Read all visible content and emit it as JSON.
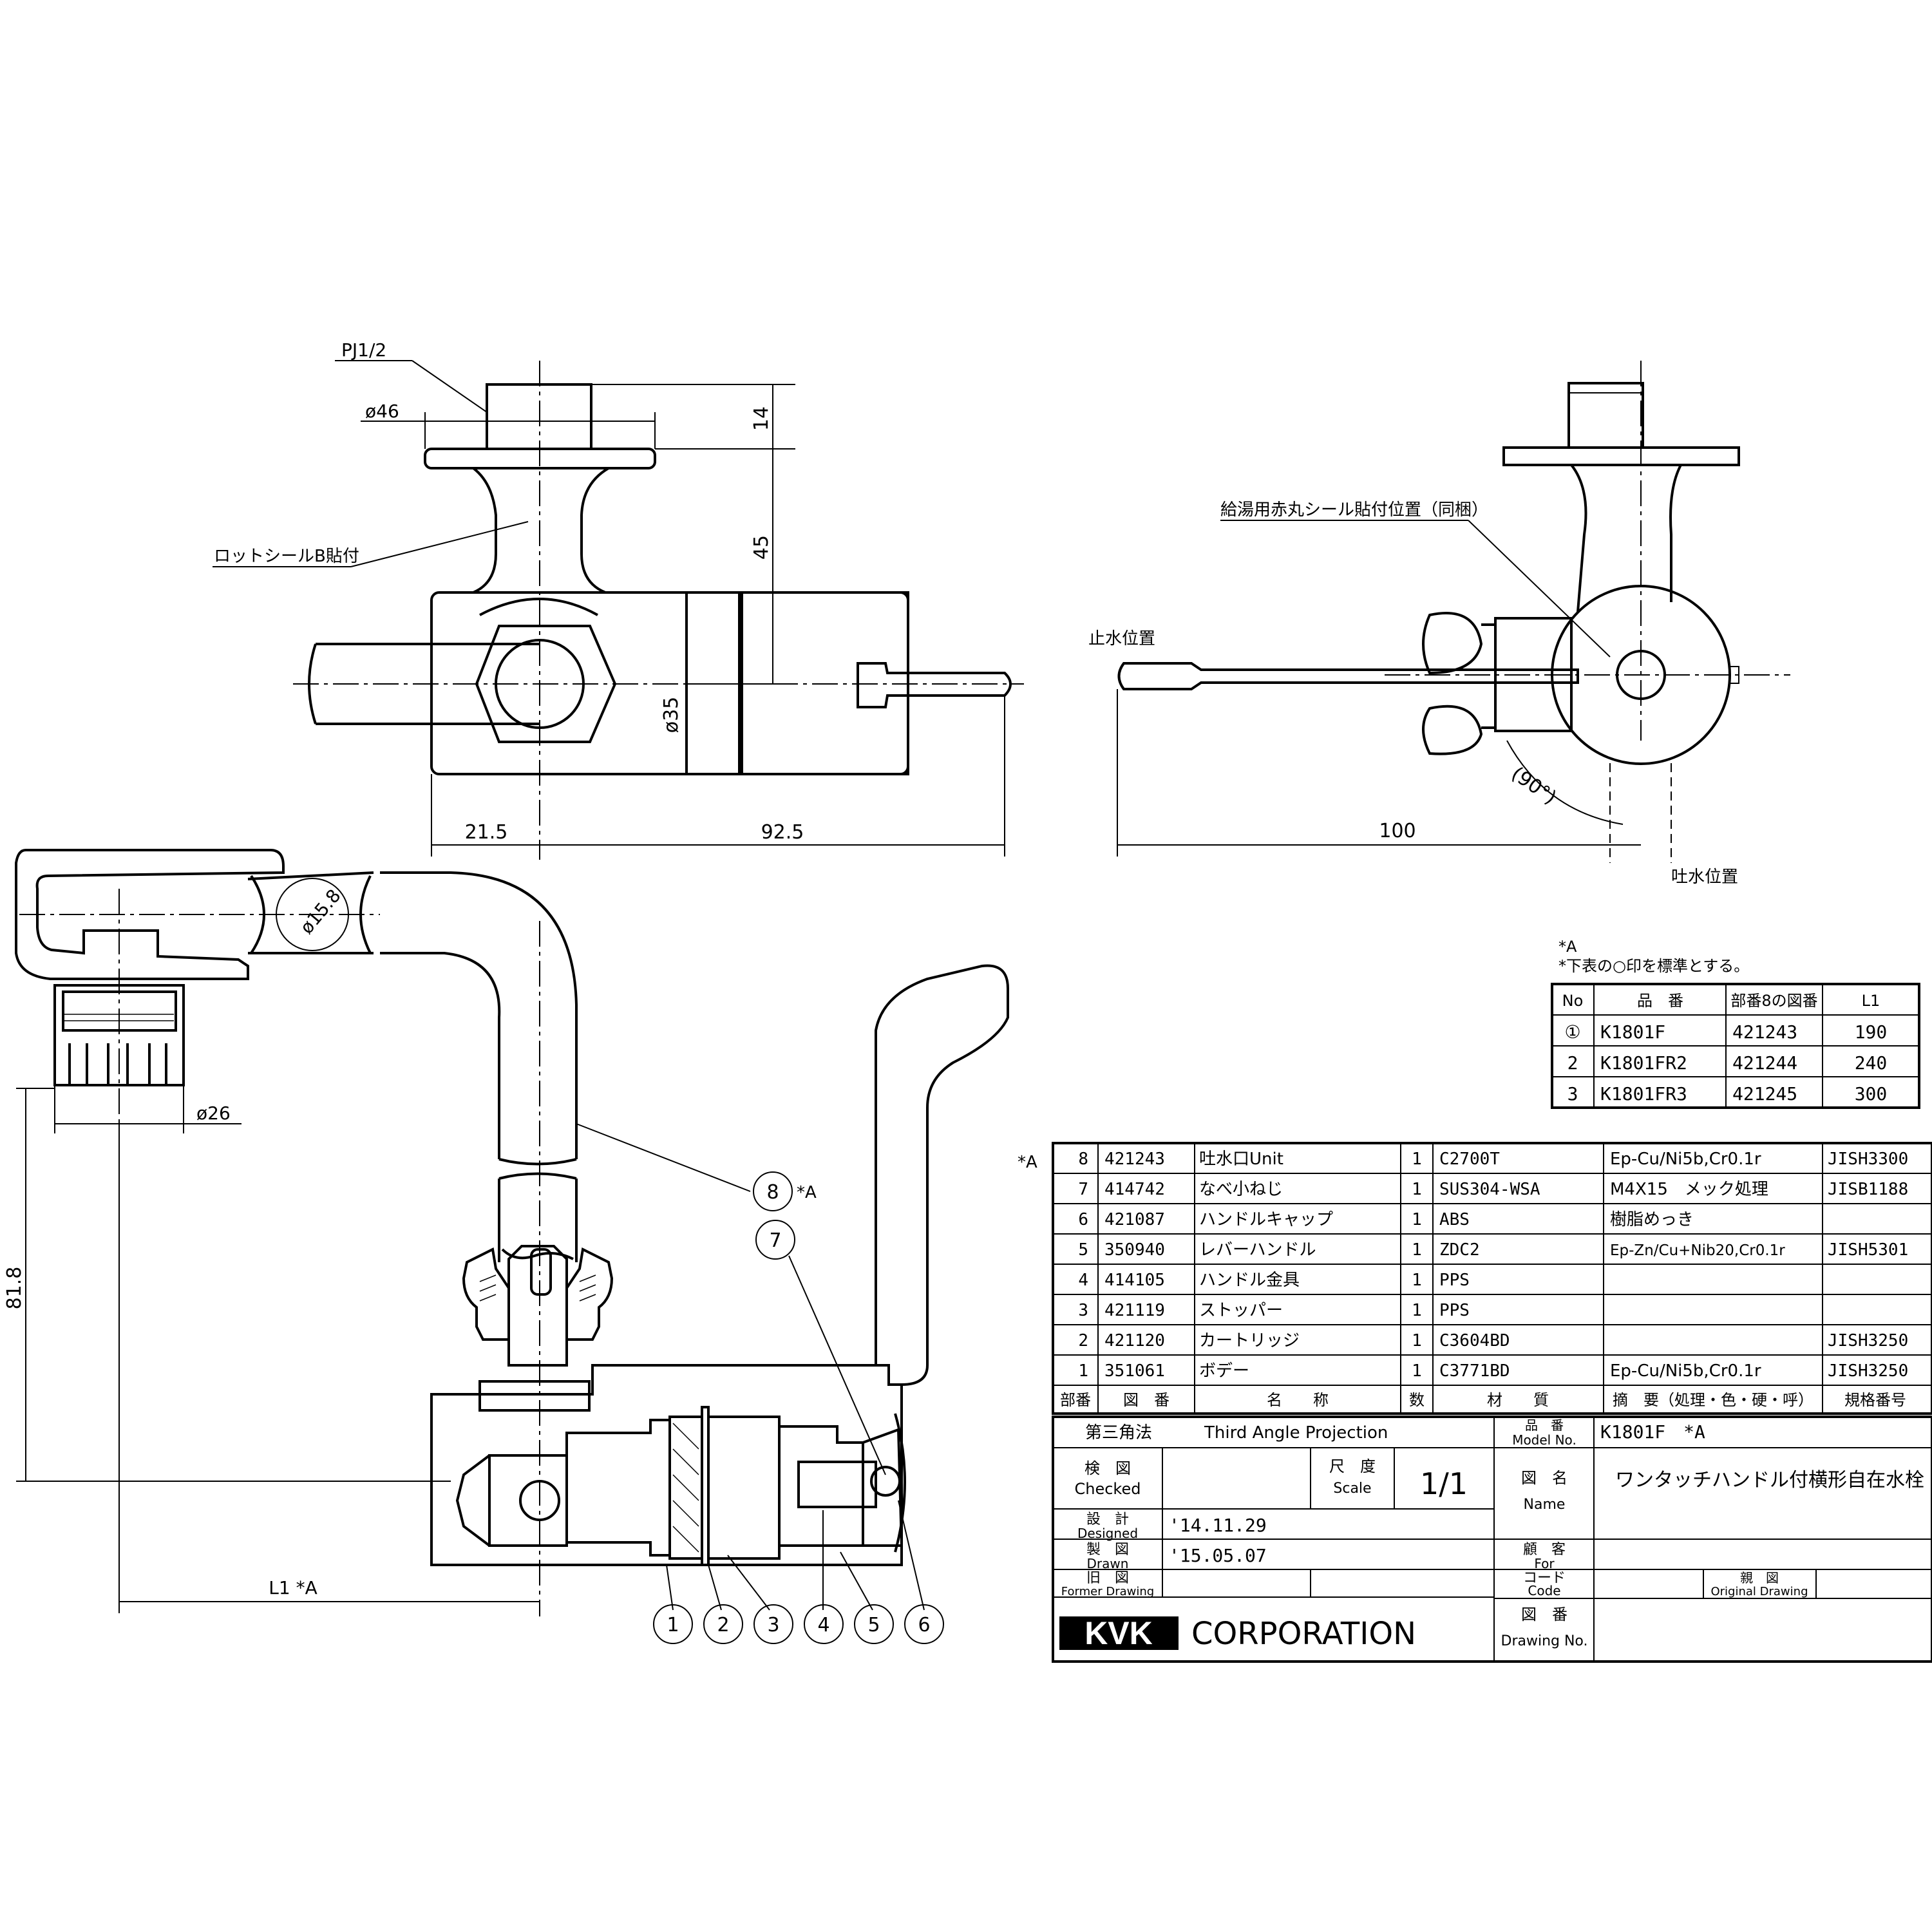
{
  "top_view": {
    "thread_label": "PJ1/2",
    "flange_dia": "ø46",
    "seal_note": "ロットシールB貼付",
    "dim_14": "14",
    "dim_45": "45",
    "dim_35": "ø35",
    "dim_21_5": "21.5",
    "dim_92_5": "92.5"
  },
  "side_view": {
    "sticker_note": "給湯用赤丸シール貼付位置（同梱）",
    "stop_label": "止水位置",
    "outlet_label": "吐水位置",
    "angle": "(90°)",
    "dim_100": "100"
  },
  "front_view": {
    "dia_15_8": "ø15.8",
    "dia_26": "ø26",
    "dim_81_8": "81.8",
    "dim_L1": "L1 *A",
    "balloon_8_note": "*A",
    "balloons": [
      "1",
      "2",
      "3",
      "4",
      "5",
      "6",
      "7",
      "8"
    ]
  },
  "variant_table": {
    "note_a": "*A",
    "note_b": "*下表の○印を標準とする。",
    "headers": [
      "No",
      "品　番",
      "部番8の図番",
      "L1"
    ],
    "rows": [
      [
        "①",
        "K1801F",
        "421243",
        "190"
      ],
      [
        "2",
        "K1801FR2",
        "421244",
        "240"
      ],
      [
        "3",
        "K1801FR3",
        "421245",
        "300"
      ]
    ]
  },
  "parts_table": {
    "star_a": "*A",
    "headers": [
      "部番",
      "図　番",
      "名　　称",
      "数",
      "材　　質",
      "摘　要（処理・色・硬・呼）",
      "規格番号"
    ],
    "rows": [
      [
        "8",
        "421243",
        "吐水口Unit",
        "1",
        "C2700T",
        "Ep-Cu/Ni5b,Cr0.1r",
        "JISH3300"
      ],
      [
        "7",
        "414742",
        "なべ小ねじ",
        "1",
        "SUS304-WSA",
        "M4X15　メック処理",
        "JISB1188"
      ],
      [
        "6",
        "421087",
        "ハンドルキャップ",
        "1",
        "ABS",
        "樹脂めっき",
        ""
      ],
      [
        "5",
        "350940",
        "レバーハンドル",
        "1",
        "ZDC2",
        "Ep-Zn/Cu+Nib20,Cr0.1r",
        "JISH5301"
      ],
      [
        "4",
        "414105",
        "ハンドル金具",
        "1",
        "PPS",
        "",
        ""
      ],
      [
        "3",
        "421119",
        "ストッパー",
        "1",
        "PPS",
        "",
        ""
      ],
      [
        "2",
        "421120",
        "カートリッジ",
        "1",
        "C3604BD",
        "",
        "JISH3250"
      ],
      [
        "1",
        "351061",
        "ボデー",
        "1",
        "C3771BD",
        "Ep-Cu/Ni5b,Cr0.1r",
        "JISH3250"
      ]
    ]
  },
  "title_block": {
    "projection_jp": "第三角法",
    "projection_en": "Third Angle Projection",
    "model_no_jp": "品　番",
    "model_no_en": "Model No.",
    "model_no": "K1801F　*A",
    "checked_jp": "検　図",
    "checked_en": "Checked",
    "scale_jp": "尺　度",
    "scale_en": "Scale",
    "scale_value": "1/1",
    "name_jp": "図　名",
    "name_en": "Name",
    "name_value": "ワンタッチハンドル付横形自在水栓",
    "designed_jp": "設　計",
    "designed_en": "Designed",
    "designed_date": "'14.11.29",
    "drawn_jp": "製　図",
    "drawn_en": "Drawn",
    "drawn_date": "'15.05.07",
    "for_jp": "顧　客",
    "for_en": "For",
    "former_jp": "旧　図",
    "former_en": "Former Drawing",
    "code_jp": "コード",
    "code_en": "Code",
    "original_jp": "親　図",
    "original_en": "Original Drawing",
    "company_logo": "KVK",
    "company_name": "CORPORATION",
    "drawing_no_jp": "図　番",
    "drawing_no_en": "Drawing No."
  }
}
